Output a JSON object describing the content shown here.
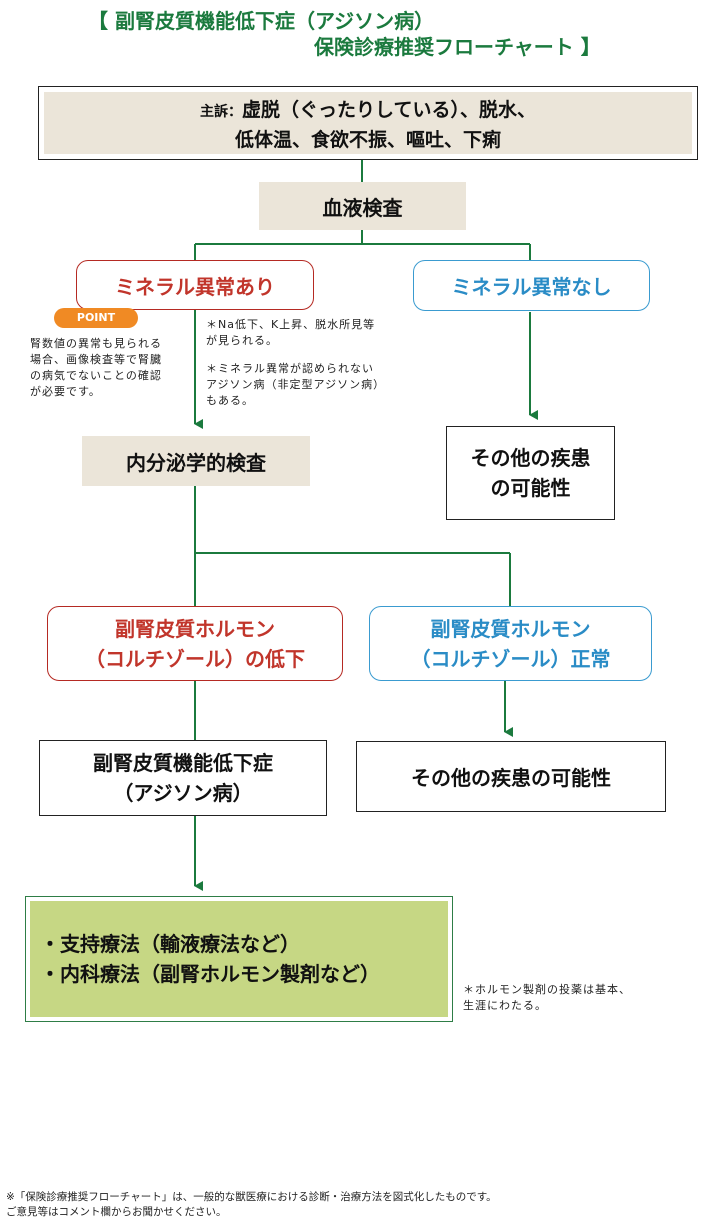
{
  "title": {
    "line1": "【 副腎皮質機能低下症（アジソン病）",
    "line2": "保険診療推奨フローチャート 】"
  },
  "complaint": {
    "label": "主訴：",
    "line1": "虚脱（ぐったりしている）、脱水、",
    "line2": "低体温、食欲不振、嘔吐、下痢"
  },
  "blood_test": "血液検査",
  "mineral_abnormal": "ミネラル異常あり",
  "mineral_normal": "ミネラル異常なし",
  "point": {
    "badge": "POINT",
    "lines": [
      "腎数値の異常も見られる",
      "場合、画像検査等で腎臓",
      "の病気でないことの確認",
      "が必要です。"
    ]
  },
  "note1": {
    "lines": [
      "＊Na低下、K上昇、脱水所見等",
      "が見られる。"
    ]
  },
  "note2": {
    "lines": [
      "＊ミネラル異常が認められない",
      "アジソン病（非定型アジソン病）",
      "もある。"
    ]
  },
  "endocrine_test": "内分泌学的検査",
  "other_disease_1": {
    "line1": "その他の疾患",
    "line2": "の可能性"
  },
  "hormone_low": {
    "line1": "副腎皮質ホルモン",
    "line2": "（コルチゾール）の低下"
  },
  "hormone_normal": {
    "line1": "副腎皮質ホルモン",
    "line2": "（コルチゾール）正常"
  },
  "diagnosis": {
    "line1": "副腎皮質機能低下症",
    "line2": "（アジソン病）"
  },
  "other_disease_2": "その他の疾患の可能性",
  "treatment": {
    "line1": "・支持療法（輸液療法など）",
    "line2": "・内科療法（副腎ホルモン製剤など）"
  },
  "treatment_note": {
    "lines": [
      "＊ホルモン製剤の投薬は基本、",
      "生涯にわたる。"
    ]
  },
  "footer": {
    "line1": "※「保険診療推奨フローチャート」は、一般的な獣医療における診断・治療方法を図式化したものです。",
    "line2": "ご意見等はコメント欄からお聞かせください。"
  },
  "colors": {
    "title": "#1b7a3e",
    "arrow": "#1b7a3e",
    "beige": "#ebe5d9",
    "red": "#c1352b",
    "blue": "#2a8cc6",
    "point": "#f08a24",
    "treatment_fill": "#c6d784"
  }
}
